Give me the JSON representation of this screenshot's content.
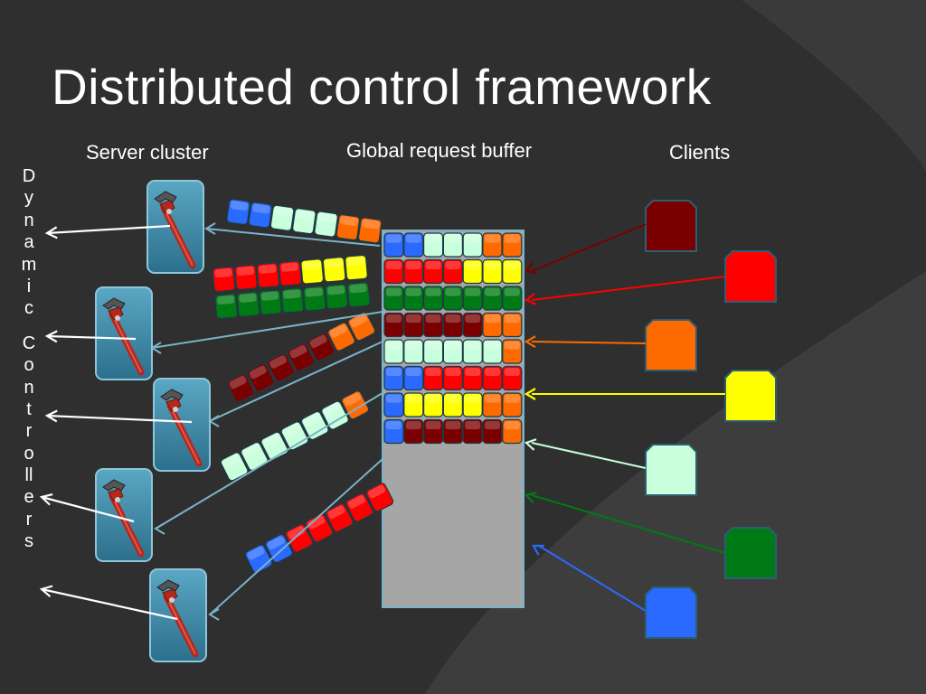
{
  "title": "Distributed control framework",
  "labels": {
    "server_cluster": "Server cluster",
    "global_request_buffer": "Global request buffer",
    "clients": "Clients"
  },
  "side_label": "Dynamic Controllers",
  "colors": {
    "background": "#2f2f2f",
    "arc": "#4a4a4a",
    "dark_red": "#7a0000",
    "red": "#ff0000",
    "orange": "#ff6a00",
    "yellow": "#ffff00",
    "pale_green": "#c8ffdc",
    "green": "#007a14",
    "blue": "#2a6aff",
    "buffer_fill": "#a6a6a6",
    "server_box": "#3c89a8",
    "connector": "#7ab3c9",
    "arrow_white": "#ffffff"
  },
  "icons": {
    "server": "pipe-wrench-icon",
    "client": "client-box-icon"
  },
  "clients": [
    "dark_red",
    "red",
    "orange",
    "yellow",
    "pale_green",
    "green",
    "blue"
  ],
  "buffer_rows": [
    [
      "blue",
      "blue",
      "pale_green",
      "pale_green",
      "pale_green",
      "orange",
      "orange"
    ],
    [
      "red",
      "red",
      "red",
      "red",
      "yellow",
      "yellow",
      "yellow"
    ],
    [
      "green",
      "green",
      "green",
      "green",
      "green",
      "green",
      "green"
    ],
    [
      "dark_red",
      "dark_red",
      "dark_red",
      "dark_red",
      "dark_red",
      "orange",
      "orange"
    ],
    [
      "pale_green",
      "pale_green",
      "pale_green",
      "pale_green",
      "pale_green",
      "pale_green",
      "orange"
    ],
    [
      "blue",
      "blue",
      "red",
      "red",
      "red",
      "red",
      "red"
    ],
    [
      "blue",
      "yellow",
      "yellow",
      "yellow",
      "yellow",
      "orange",
      "orange"
    ],
    [
      "blue",
      "dark_red",
      "dark_red",
      "dark_red",
      "dark_red",
      "dark_red",
      "orange"
    ]
  ],
  "server_queues": [
    [
      "blue",
      "blue",
      "pale_green",
      "pale_green",
      "pale_green",
      "orange",
      "orange"
    ],
    [
      "red",
      "red",
      "red",
      "red",
      "yellow",
      "yellow",
      "yellow",
      "green",
      "green",
      "green",
      "green",
      "green",
      "green",
      "green"
    ],
    [
      "dark_red",
      "dark_red",
      "dark_red",
      "dark_red",
      "dark_red",
      "orange",
      "orange"
    ],
    [
      "pale_green",
      "pale_green",
      "pale_green",
      "pale_green",
      "pale_green",
      "pale_green",
      "orange"
    ],
    [
      "blue",
      "blue",
      "red",
      "red",
      "red",
      "red",
      "red"
    ]
  ]
}
